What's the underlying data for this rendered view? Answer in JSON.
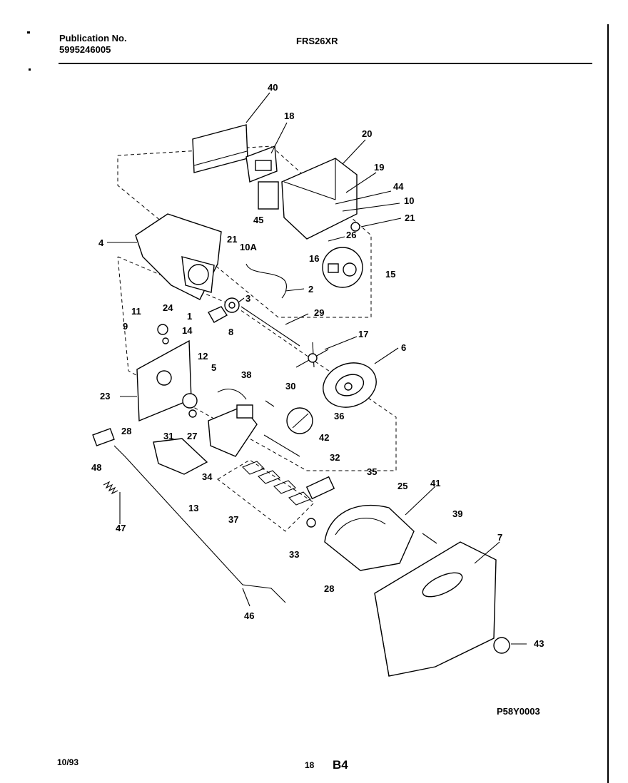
{
  "header": {
    "publication_label": "Publication No.",
    "publication_number": "5995246005",
    "model": "FRS26XR"
  },
  "footer": {
    "date": "10/93",
    "page": "18",
    "section": "B4",
    "diagram_code": "P58Y0003"
  },
  "callouts": [
    "40",
    "18",
    "20",
    "19",
    "44",
    "10",
    "21",
    "45",
    "26",
    "4",
    "21",
    "10A",
    "2",
    "3",
    "24",
    "1",
    "8",
    "29",
    "16",
    "15",
    "11",
    "9",
    "14",
    "17",
    "6",
    "12",
    "5",
    "23",
    "38",
    "30",
    "28",
    "31",
    "27",
    "36",
    "42",
    "32",
    "48",
    "34",
    "35",
    "13",
    "37",
    "25",
    "41",
    "39",
    "47",
    "33",
    "28",
    "7",
    "46",
    "43"
  ]
}
